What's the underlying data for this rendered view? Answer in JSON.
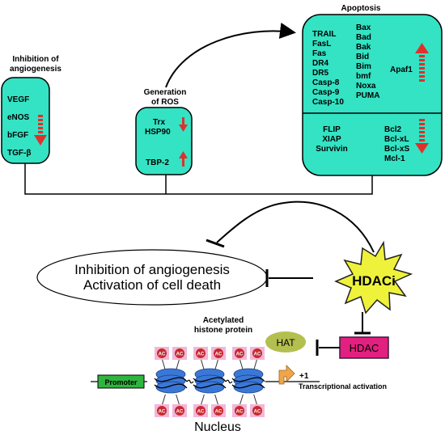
{
  "colors": {
    "box_fill": "#33e3c4",
    "red_arrow": "#e0302c",
    "star_fill": "#eef23a",
    "hat_fill": "#b3c04f",
    "hdac_fill": "#e2207f",
    "promoter_fill": "#2fb53f",
    "nucleosome": "#3a78d8",
    "ac_fill": "#c8282f",
    "ac_bg": "#f2b6d8",
    "tss_arrow": "#f0a54a"
  },
  "angiogenesis_box": {
    "title_line1": "Inhibition of",
    "title_line2": "angiogenesis",
    "items": [
      "VEGF",
      "eNOS",
      "bFGF",
      "TGF-β"
    ],
    "arrow": "down-arrow-icon"
  },
  "ros_box": {
    "title_line1": "Generation",
    "title_line2": "of ROS",
    "items": [
      "Trx",
      "HSP90",
      "TBP-2"
    ],
    "arrows": [
      "down-arrow-icon",
      "up-arrow-icon"
    ]
  },
  "apoptosis_box": {
    "title": "Apoptosis",
    "upper_left": [
      "TRAIL",
      "FasL",
      "Fas",
      "DR4",
      "DR5",
      "Casp-8",
      "Casp-9",
      "Casp-10"
    ],
    "upper_mid": [
      "Bax",
      "Bad",
      "Bak",
      "Bid",
      "Bim",
      "bmf",
      "Noxa",
      "PUMA"
    ],
    "upper_right": "Apaf1",
    "lower_left": [
      "FLIP",
      "XIAP",
      "Survivin"
    ],
    "lower_right": [
      "Bcl2",
      "Bcl-xL",
      "Bcl-xS",
      "Mcl-1"
    ]
  },
  "outcome": {
    "line1": "Inhibition of angiogenesis",
    "line2": "Activation of cell death"
  },
  "hdaci": "HDACi",
  "hat": "HAT",
  "hdac": "HDAC",
  "acetylated_label_line1": "Acetylated",
  "acetylated_label_line2": "histone protein",
  "ac_label": "AC",
  "promoter": "Promoter",
  "tss": "+1",
  "transcription": "Transcriptional activation",
  "nucleus": "Nucleus"
}
